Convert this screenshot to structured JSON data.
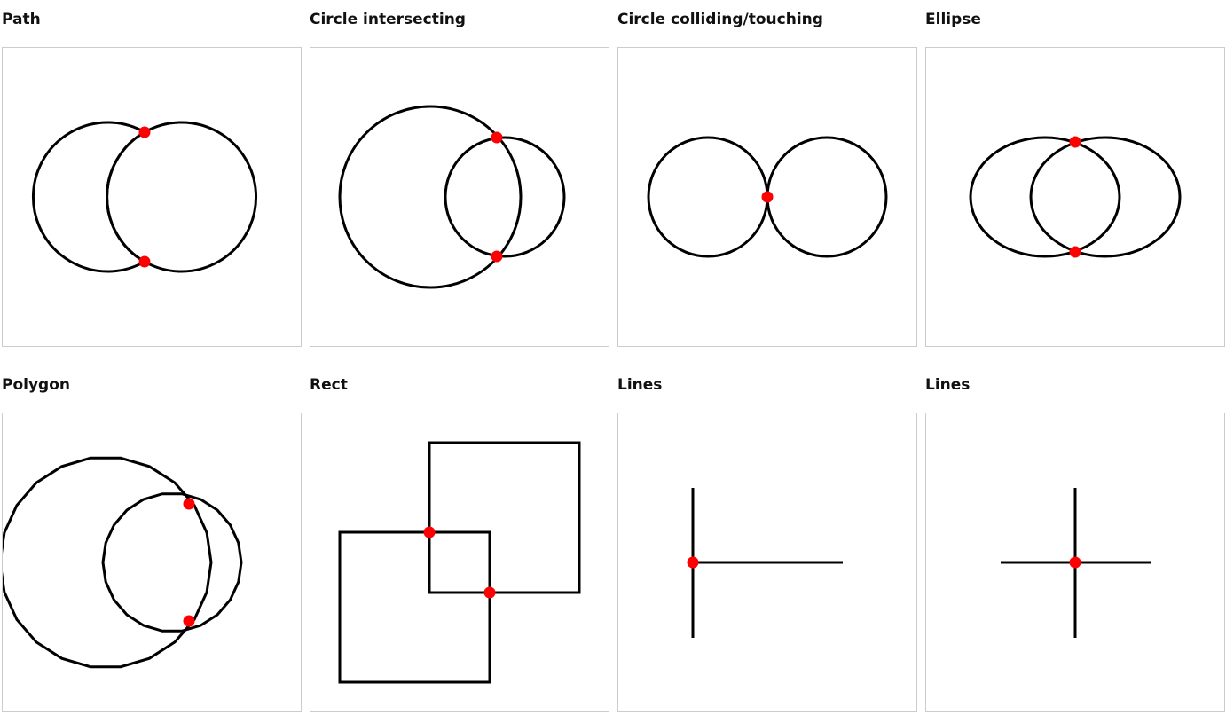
{
  "colors": {
    "stroke": "#000000",
    "intersection": "#ff0000",
    "panel_border": "#cccccc"
  },
  "panels": [
    {
      "title": "Path"
    },
    {
      "title": "Circle intersecting"
    },
    {
      "title": "Circle colliding/touching"
    },
    {
      "title": "Ellipse"
    },
    {
      "title": "Polygon"
    },
    {
      "title": "Rect"
    },
    {
      "title": "Lines"
    },
    {
      "title": "Lines"
    }
  ]
}
